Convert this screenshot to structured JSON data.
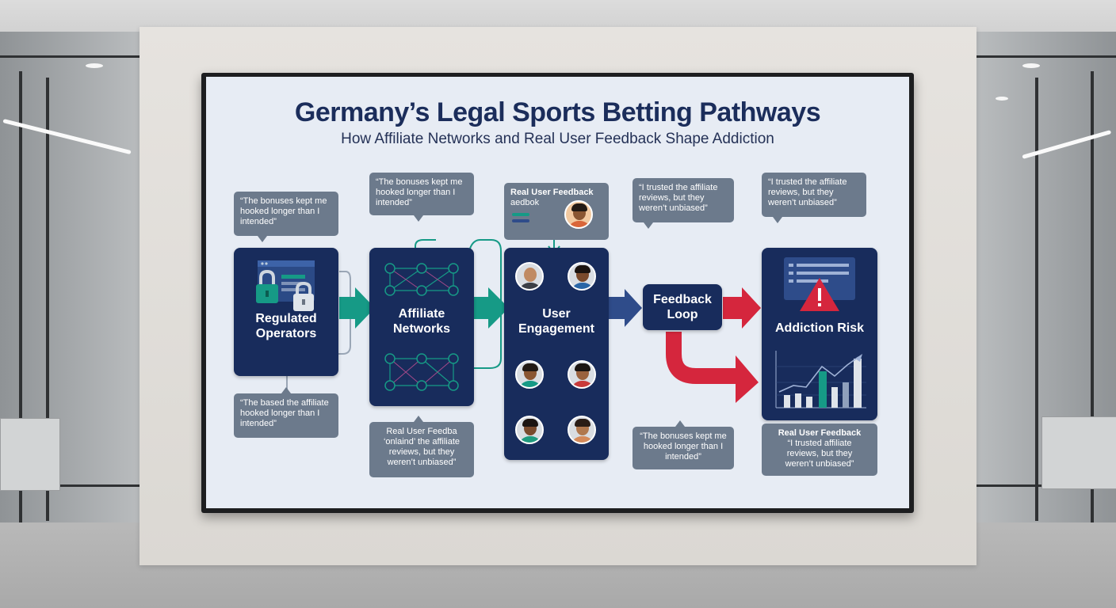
{
  "header": {
    "title": "Germany’s Legal Sports Betting Pathways",
    "subtitle": "How Affiliate Networks and Real User Feedback Shape Addiction"
  },
  "nodes": {
    "regulated_operators": "Regulated\nOperators",
    "affiliate_networks": "Affiliate\nNetworks",
    "user_engagement": "User\nEngagement",
    "feedback_loop": "Feedback\nLoop",
    "addiction_risk": "Addiction Risk"
  },
  "bubbles": {
    "b1": "“The bonuses kept me\nhooked longer than I\nintended”",
    "b2": "“The bonuses kept me\nhooked longer than I\nintended”",
    "b3_title": "Real User Feedback",
    "b3_sub": "aedbok",
    "b4": "“I trusted the affiliate\nreviews, but they\nweren’t unbiased”",
    "b5": "“I trusted the affiliate\nreviews, but they\nweren’t unbiased”",
    "b6": "“The based the affiliate\nhooked longer than I\nintended”",
    "b7": "Real User Feedba\n‘onlaind’ the affiliate\nreviews, but they\nweren’t unbiased”",
    "b8": "“The bonuses kept me\nhooked longer than I\nintended”",
    "b9_title": "Real User Feedback",
    "b9": "“I trusted affiliate\nreviews, but they\nweren’t unbiased”"
  },
  "icons": {
    "operators": "padlock-icon",
    "affiliates": "network-graph-icon",
    "risk": "warning-icon",
    "chart": "rising-bar-chart-icon"
  },
  "colors": {
    "navy": "#182c5c",
    "teal": "#169a86",
    "blue_arrow": "#2f4c8a",
    "red": "#d5263d",
    "bubble": "#6c7a8c"
  }
}
